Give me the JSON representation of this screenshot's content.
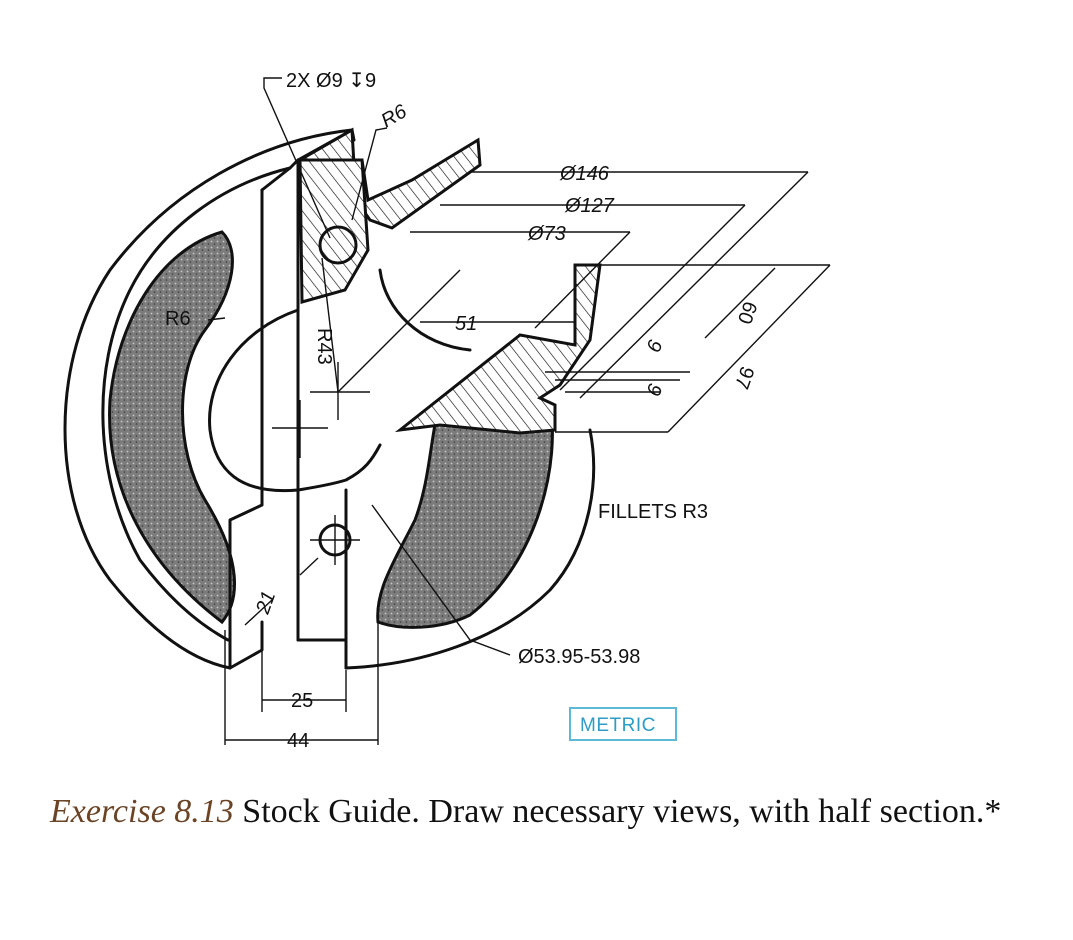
{
  "drawing": {
    "dimensions": {
      "hole_note": "2X Ø9 ↧9",
      "r6_top": "R6",
      "dia146": "Ø146",
      "dia127": "Ø127",
      "dia73": "Ø73",
      "r6_left": "R6",
      "r43": "R43",
      "d51": "51",
      "d60": "60",
      "d97": "97",
      "d9a": "9",
      "d9b": "9",
      "d21": "21",
      "d25": "25",
      "d44": "44",
      "bore": "Ø53.95-53.98"
    },
    "notes": {
      "fillets": "FILLETS R3",
      "metric": "METRIC"
    }
  },
  "caption": {
    "label": "Exercise 8.13",
    "text": " Stock Guide. Draw necessary views, with half section.*"
  }
}
